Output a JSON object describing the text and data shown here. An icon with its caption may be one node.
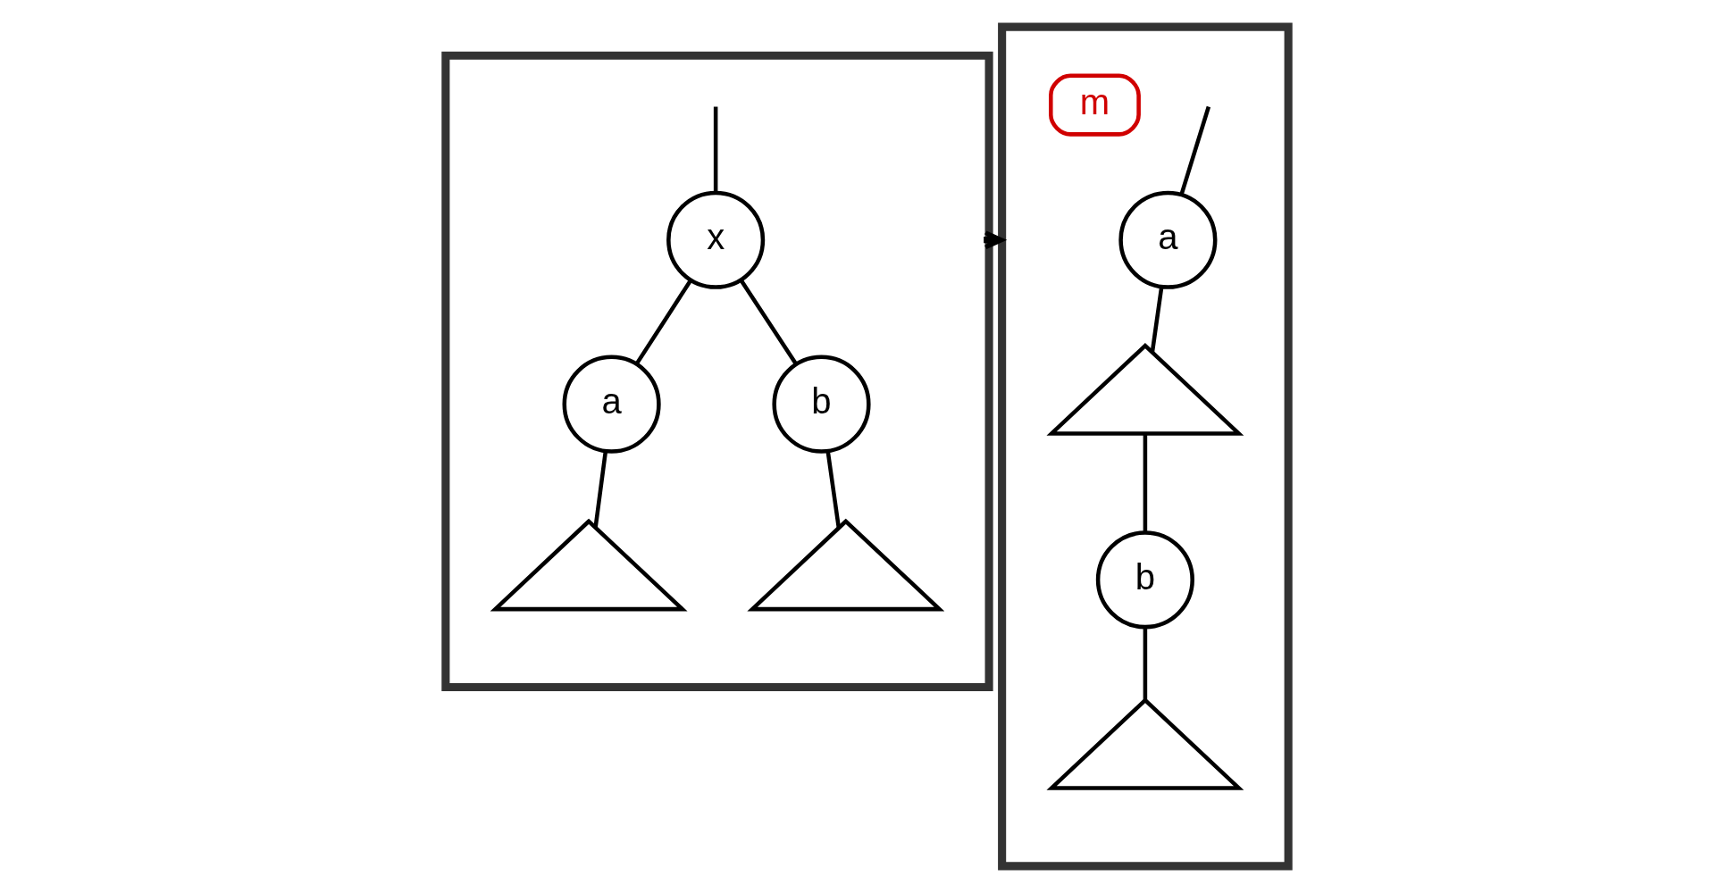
{
  "diagram": {
    "nodes": [
      {
        "text": [],
        "shape": "box"
      },
      {
        "text": [
          "x"
        ],
        "in": 0
      },
      {
        "text": [
          "a"
        ],
        "in": 0
      },
      {
        "text": [
          "b"
        ],
        "in": 0
      },
      {
        "text": [],
        "shape": "triangle",
        "in": 0
      },
      {
        "text": [],
        "shape": "triangle",
        "in": 0
      },
      {
        "text": [],
        "shape": "box"
      },
      {
        "text": [
          "a"
        ],
        "in": 6
      },
      {
        "text": [],
        "shape": "triangle",
        "in": 6
      },
      {
        "text": [
          "m"
        ],
        "in": 6
      },
      {
        "text": [
          "b"
        ],
        "in": 6
      },
      {
        "text": [],
        "shape": "triangle",
        "in": 6
      }
    ],
    "edges": [
      {
        "from": null,
        "to": 1,
        "arrow": "none"
      },
      {
        "from": 1,
        "to": 2,
        "arrow": "none"
      },
      {
        "from": 1,
        "to": 3,
        "arrow": "none"
      },
      {
        "from": 2,
        "to": 4,
        "arrow": "none"
      },
      {
        "from": 3,
        "to": 5,
        "arrow": "none"
      },
      {
        "from": 0,
        "to": 6,
        "arrow": "to"
      },
      {
        "from": null,
        "to": 7,
        "arrow": "none"
      },
      {
        "from": 7,
        "to": 8,
        "arrow": "none"
      },
      {
        "from": 8,
        "to": 10,
        "arrow": "none"
      },
      {
        "from": 10,
        "to": 11,
        "arrow": "none"
      }
    ]
  }
}
